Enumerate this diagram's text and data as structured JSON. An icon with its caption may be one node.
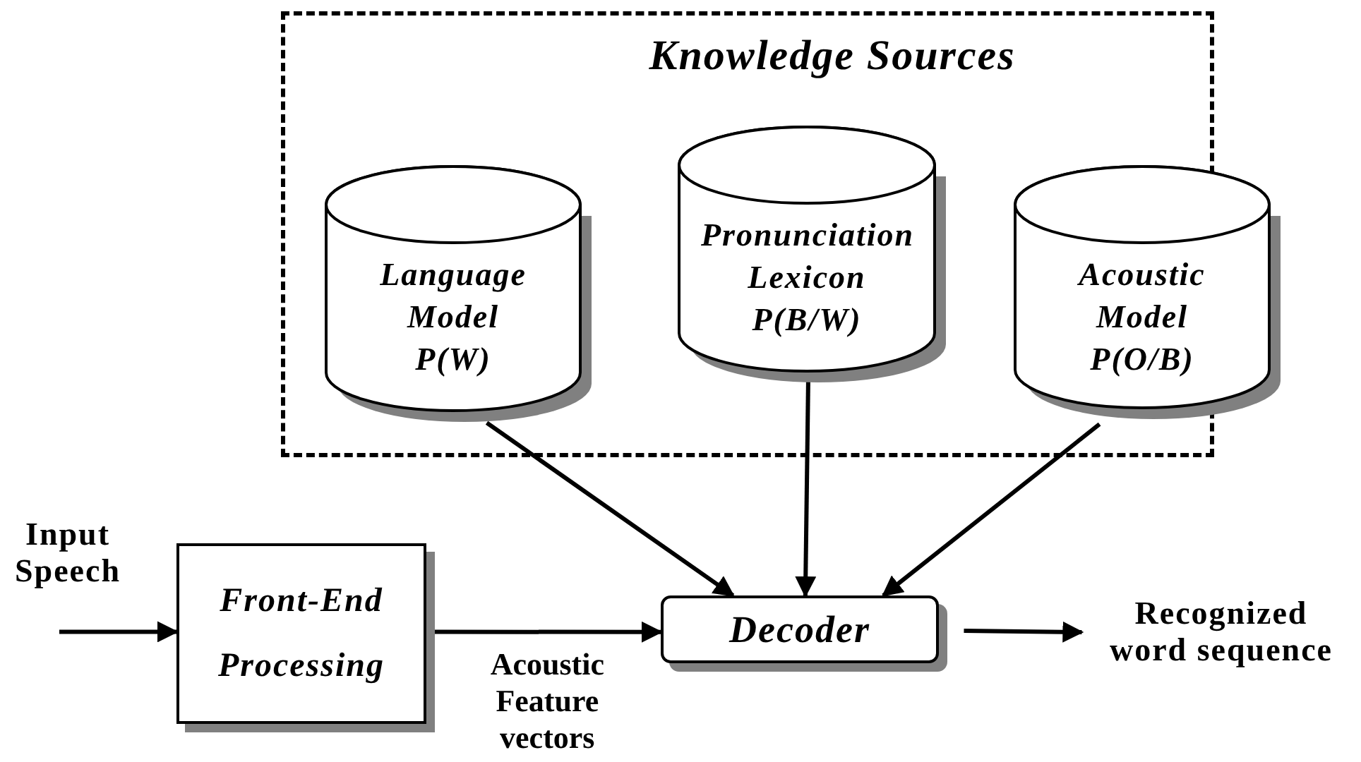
{
  "diagram": {
    "nodes": [
      {
        "text": [
          "Knowledge Sources"
        ]
      },
      {
        "text": [
          "Language Model",
          "P(W)"
        ],
        "in": 0
      },
      {
        "text": [
          "Pronunciation Lexicon",
          "P(B/W)"
        ],
        "in": 0
      },
      {
        "text": [
          "Acoustic Model",
          "P(O/B)"
        ]
      },
      {
        "text": [
          "Front-End Processing"
        ]
      },
      {
        "text": [
          "Decoder"
        ]
      },
      {
        "text": [
          "Recognized word sequence"
        ]
      }
    ],
    "edges": [
      {
        "from": 1,
        "to": 5,
        "arrow": "to"
      },
      {
        "from": 2,
        "to": 5,
        "arrow": "to"
      },
      {
        "from": 3,
        "to": 5,
        "arrow": "to"
      },
      {
        "from": null,
        "to": 4,
        "arrow": "to"
      },
      {
        "from": 4,
        "to": 5,
        "arrow": "to",
        "label": "Acoustic Feature vectors"
      },
      {
        "from": 5,
        "to": 6,
        "arrow": "to"
      }
    ],
    "labels": [
      "Input Speech"
    ]
  }
}
